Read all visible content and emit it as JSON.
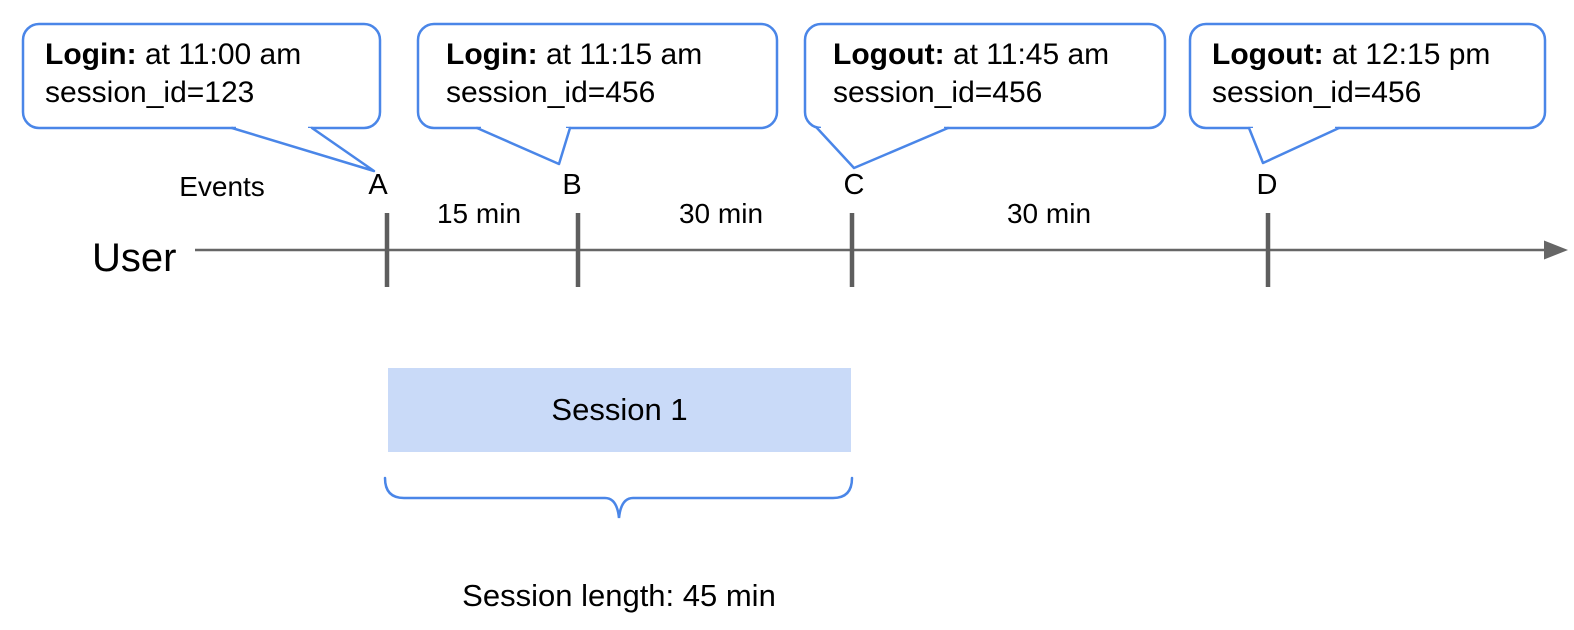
{
  "callouts": [
    {
      "label": "Login:",
      "time": "at 11:00 am",
      "session": "session_id=123",
      "event": "A"
    },
    {
      "label": "Login:",
      "time": "at 11:15 am",
      "session": "session_id=456",
      "event": "B"
    },
    {
      "label": "Logout:",
      "time": "at 11:45 am",
      "session": "session_id=456",
      "event": "C"
    },
    {
      "label": "Logout:",
      "time": "at 12:15 pm",
      "session": "session_id=456",
      "event": "D"
    }
  ],
  "timeline": {
    "user_label": "User",
    "events_label": "Events",
    "event_markers": [
      "A",
      "B",
      "C",
      "D"
    ],
    "intervals": [
      {
        "label": "15 min"
      },
      {
        "label": "30 min"
      },
      {
        "label": "30 min"
      }
    ]
  },
  "session": {
    "label": "Session 1",
    "length_label": "Session length: 45 min"
  },
  "colors": {
    "accent_blue": "#4a86e8",
    "session_fill": "#c9daf8",
    "axis_gray": "#666666"
  }
}
